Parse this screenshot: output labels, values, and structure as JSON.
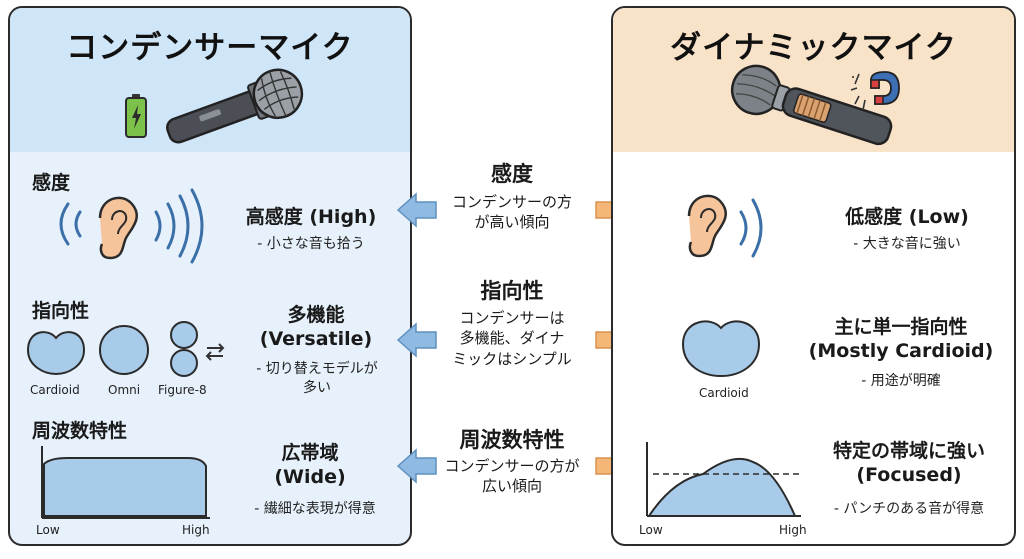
{
  "condenser": {
    "title": "コンデンサーマイク",
    "sensitivity": {
      "label": "感度",
      "value": "高感度 (High)",
      "note": "- 小さな音も拾う"
    },
    "directivity": {
      "label": "指向性",
      "value_line1": "多機能",
      "value_line2": "(Versatile)",
      "note_line1": "- 切り替えモデルが",
      "note_line2": "多い",
      "patterns": [
        "Cardioid",
        "Omni",
        "Figure-8"
      ]
    },
    "frequency": {
      "label": "周波数特性",
      "value_line1": "広帯域",
      "value_line2": "(Wide)",
      "note": "- 繊細な表現が得意",
      "axis_low": "Low",
      "axis_high": "High"
    }
  },
  "dynamic": {
    "title": "ダイナミックマイク",
    "sensitivity": {
      "value": "低感度 (Low)",
      "note": "- 大きな音に強い"
    },
    "directivity": {
      "value_line1": "主に単一指向性",
      "value_line2": "(Mostly Cardioid)",
      "note": "- 用途が明確",
      "pattern": "Cardioid"
    },
    "frequency": {
      "value_line1": "特定の帯域に強い",
      "value_line2": "(Focused)",
      "note": "- パンチのある音が得意",
      "axis_low": "Low",
      "axis_high": "High"
    }
  },
  "comparison": {
    "sensitivity": {
      "title": "感度",
      "line1": "コンデンサーの方",
      "line2": "が高い傾向"
    },
    "directivity": {
      "title": "指向性",
      "line1": "コンデンサーは",
      "line2": "多機能、ダイナ",
      "line3": "ミックはシンプル"
    },
    "frequency": {
      "title": "周波数特性",
      "line1": "コンデンサーの方が",
      "line2": "広い傾向"
    }
  },
  "colors": {
    "left_bg": "#e6f1fb",
    "left_header": "#cfe5f8",
    "right_header": "#f8e2c8",
    "arrow_blue": "#8fbbe3",
    "arrow_orange": "#f4b777",
    "shape_blue": "#a7cbe9"
  },
  "icons": [
    "battery-icon",
    "condenser-mic-icon",
    "dynamic-mic-icon",
    "magnet-icon",
    "ear-icon",
    "sound-wave-icon",
    "swap-arrows-icon"
  ]
}
